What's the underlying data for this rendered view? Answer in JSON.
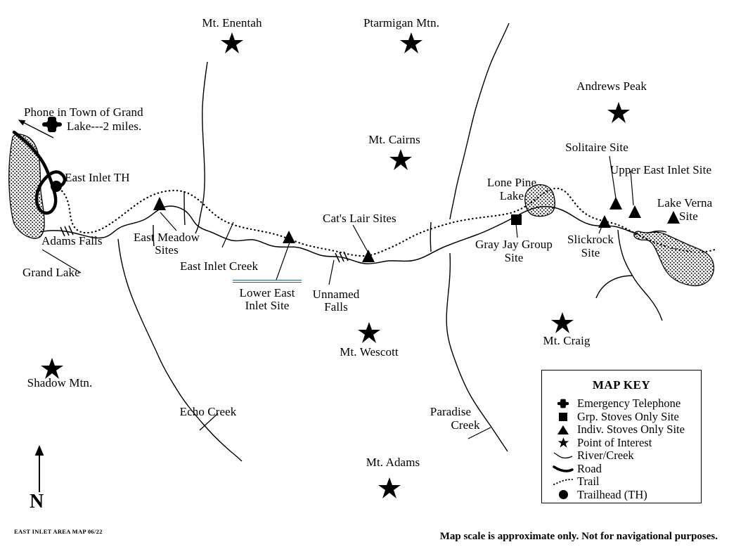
{
  "document": {
    "title": "East Inlet Area Map",
    "footer_left": "EAST INLET AREA MAP 06/22",
    "footer_right": "Map scale is approximate only.  Not for navigational purposes.",
    "north_indicator": "N"
  },
  "map_key": {
    "title": "MAP KEY",
    "entries": [
      {
        "symbol": "emergency-telephone-cross",
        "label": "Emergency Telephone"
      },
      {
        "symbol": "filled-square",
        "label": "Grp. Stoves Only Site"
      },
      {
        "symbol": "filled-triangle",
        "label": "Indiv. Stoves Only Site"
      },
      {
        "symbol": "filled-star",
        "label": "Point of Interest"
      },
      {
        "symbol": "thin-wavy-line",
        "label": "River/Creek"
      },
      {
        "symbol": "thick-line",
        "label": "Road"
      },
      {
        "symbol": "dotted-line",
        "label": "Trail"
      },
      {
        "symbol": "filled-circle",
        "label": "Trailhead (TH)"
      }
    ]
  },
  "labels": {
    "phone_note_line1": "Phone in Town of Grand",
    "phone_note_line2": "Lake---2 miles.",
    "east_inlet_th": "East Inlet TH",
    "adams_falls": "Adams Falls",
    "grand_lake": "Grand Lake",
    "east_meadow_sites_line1": "East Meadow",
    "east_meadow_sites_line2": "Sites",
    "east_inlet_creek": "East Inlet Creek",
    "lower_east_inlet_site_line1": "Lower East",
    "lower_east_inlet_site_line2": "Inlet Site",
    "unnamed_falls_line1": "Unnamed",
    "unnamed_falls_line2": "Falls",
    "cats_lair_sites": "Cat's Lair Sites",
    "mt_enentah": "Mt. Enentah",
    "ptarmigan_mtn": "Ptarmigan Mtn.",
    "mt_cairns": "Mt. Cairns",
    "andrews_peak": "Andrews Peak",
    "solitaire_site": "Solitaire Site",
    "upper_east_inlet_site": "Upper East Inlet Site",
    "lake_verna_site_line1": "Lake Verna",
    "lake_verna_site_line2": "Site",
    "lone_pine_lake_line1": "Lone Pine",
    "lone_pine_lake_line2": "Lake",
    "gray_jay_group_site_line1": "Gray Jay Group",
    "gray_jay_group_site_line2": "Site",
    "slickrock_site_line1": "Slickrock",
    "slickrock_site_line2": "Site",
    "mt_craig": "Mt. Craig",
    "mt_wescott": "Mt. Wescott",
    "shadow_mtn": "Shadow Mtn.",
    "echo_creek": "Echo Creek",
    "paradise_creek_line1": "Paradise",
    "paradise_creek_line2": "Creek",
    "mt_adams": "Mt. Adams"
  },
  "colors": {
    "ink": "#000000",
    "paper": "#ffffff",
    "link_rule": "#2c5e7a"
  },
  "features": {
    "points_of_interest": [
      "Mt. Enentah",
      "Ptarmigan Mtn.",
      "Mt. Cairns",
      "Andrews Peak",
      "Mt. Craig",
      "Mt. Wescott",
      "Shadow Mtn.",
      "Mt. Adams"
    ],
    "individual_sites": [
      "East Meadow Sites",
      "Lower East Inlet Site",
      "Cat's Lair Sites",
      "Solitaire Site",
      "Upper East Inlet Site",
      "Slickrock Site",
      "Lake Verna Site"
    ],
    "group_sites": [
      "Gray Jay Group Site"
    ],
    "trailheads": [
      "East Inlet TH"
    ],
    "lakes": [
      "Grand Lake",
      "Lone Pine Lake",
      "Lake Verna"
    ],
    "waterways": [
      "East Inlet Creek",
      "Echo Creek",
      "Paradise Creek"
    ],
    "falls": [
      "Adams Falls",
      "Unnamed Falls"
    ]
  }
}
